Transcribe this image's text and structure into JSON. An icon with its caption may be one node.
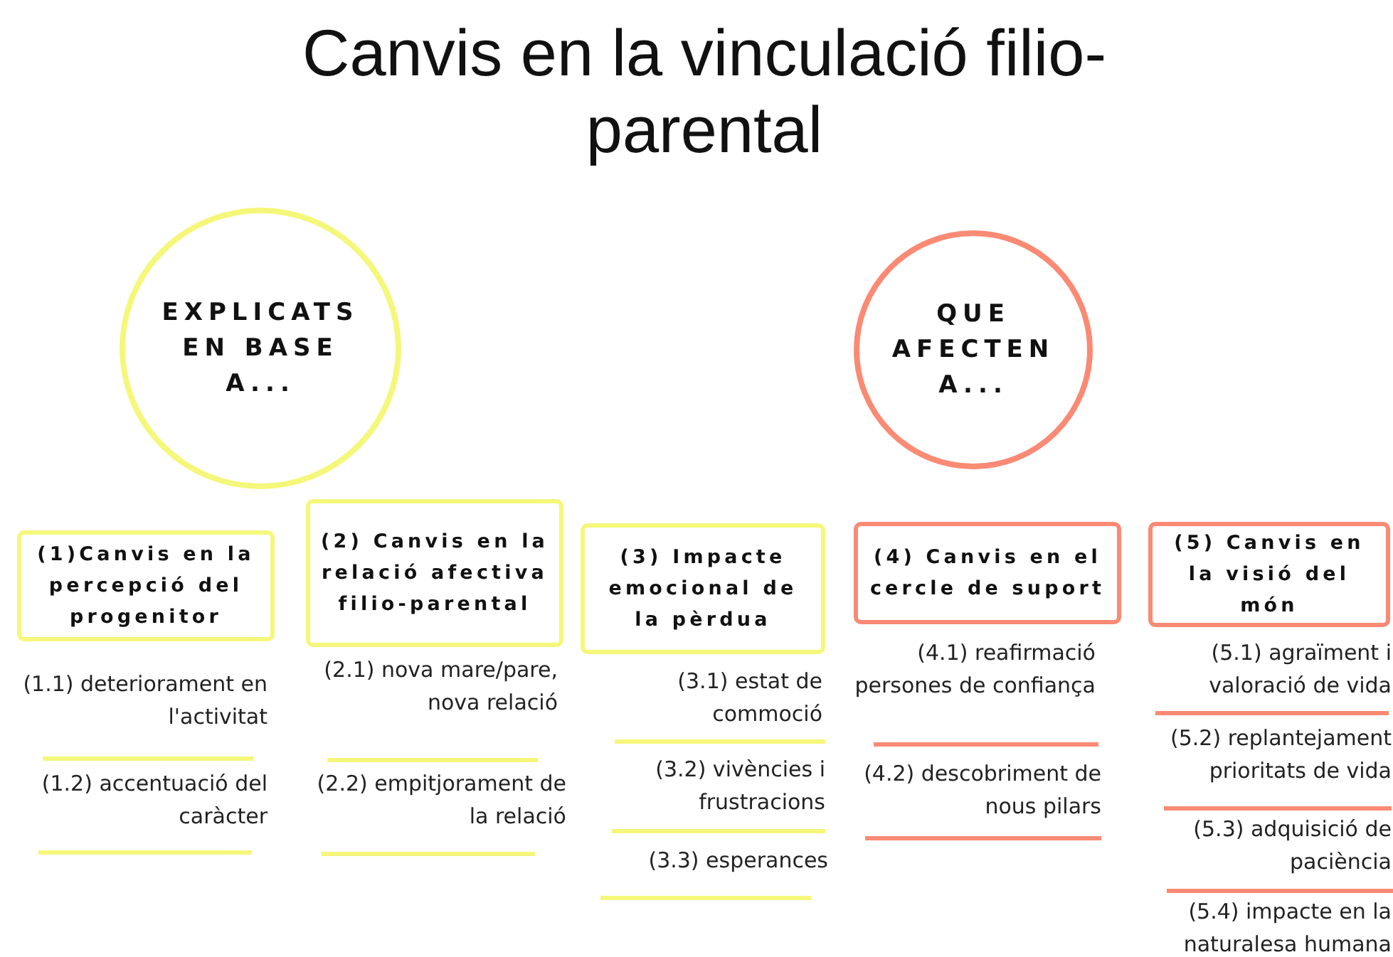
{
  "diagram": {
    "title": "Canvis en la vinculació filio-parental",
    "nodes": [
      {
        "text": [
          "EXPLICATS EN BASE A..."
        ]
      },
      {
        "text": [
          "QUE AFECTEN A..."
        ]
      },
      {
        "text": [
          "(1)Canvis en la percepció del progenitor"
        ],
        "beside": [
          "(1.1) deteriorament en l'activitat",
          "(1.2) accentuació del caràcter"
        ]
      },
      {
        "text": [
          "(2) Canvis en la relació afectiva filio-parental"
        ],
        "beside": [
          "(2.1) nova mare/pare, nova relació",
          "(2.2) empitjorament de la relació"
        ]
      },
      {
        "text": [
          "(3) Impacte emocional de la pèrdua"
        ],
        "beside": [
          "(3.1) estat de commoció",
          "(3.2) vivències i frustracions",
          "(3.3) esperances"
        ]
      },
      {
        "text": [
          "(4) Canvis en el cercle de suport"
        ],
        "beside": [
          "(4.1) reafirmació persones de confiança",
          "(4.2) descobriment de nous pilars"
        ]
      },
      {
        "text": [
          "(5) Canvis en la visió del món"
        ],
        "beside": [
          "(5.1) agraïment i valoració de vida",
          "(5.2) replantejament prioritats de vida",
          "(5.3) adquisició de paciència",
          "(5.4) impacte en la naturalesa humana"
        ]
      }
    ]
  }
}
